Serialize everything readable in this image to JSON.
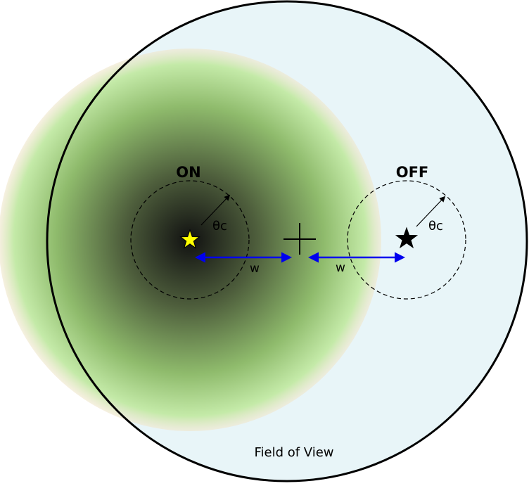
{
  "labels": {
    "on": "ON",
    "off": "OFF",
    "theta_on": "θc",
    "theta_off": "θc",
    "w_left": "w",
    "w_right": "w",
    "field_of_view": "Field of View"
  },
  "colors": {
    "fov_fill": "#e8f5f8",
    "fov_stroke": "#000000",
    "glow_center": "#111111",
    "glow_mid": "#7c9c5c",
    "glow_outer": "#c4eaa8",
    "glow_edge": "#f0e6cc",
    "arrow": "#0000ee",
    "star_on": "#ffff00",
    "star_off": "#000000"
  }
}
